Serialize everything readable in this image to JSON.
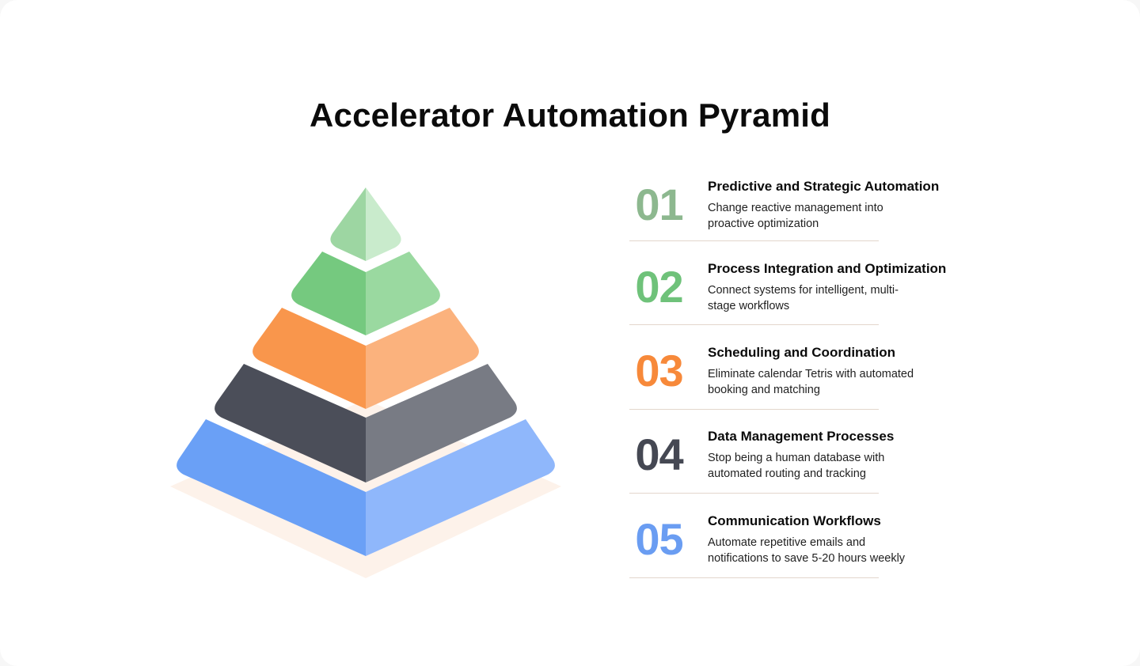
{
  "title": "Accelerator Automation Pyramid",
  "colors": {
    "level1": "#8db88f",
    "level2": "#6fc27a",
    "level3": "#f7893a",
    "level4": "#454853",
    "level5": "#6a9df2",
    "shadow": "#fdf2ea"
  },
  "levels": [
    {
      "number": "01",
      "heading": "Predictive and Strategic Automation",
      "line1": "Change reactive management into",
      "line2": "proactive optimization"
    },
    {
      "number": "02",
      "heading": "Process Integration and Optimization",
      "line1": "Connect systems for intelligent, multi-",
      "line2": "stage workflows"
    },
    {
      "number": "03",
      "heading": "Scheduling and Coordination",
      "line1": "Eliminate calendar Tetris with automated",
      "line2": "booking and matching"
    },
    {
      "number": "04",
      "heading": "Data Management Processes",
      "line1": "Stop being a human database with",
      "line2": "automated routing and tracking"
    },
    {
      "number": "05",
      "heading": "Communication Workflows",
      "line1": "Automate repetitive emails and",
      "line2": "notifications to save 5-20 hours weekly"
    }
  ]
}
